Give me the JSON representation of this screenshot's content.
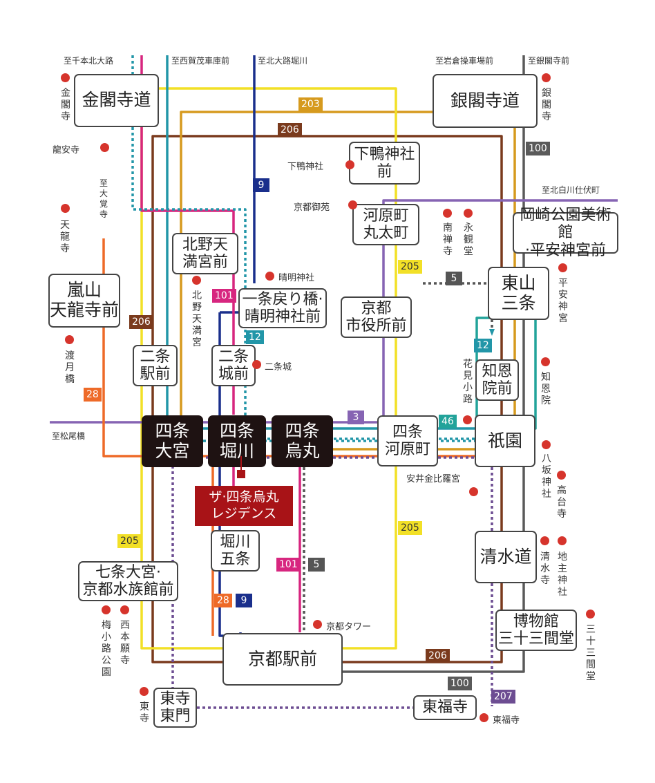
{
  "stops": {
    "kinkakuji_michi": "金閣寺道",
    "ginkakuji_michi": "銀閣寺道",
    "shimogamo_jinja_mae": "下鴨神社\n前",
    "kawaramachi_marutamachi": "河原町\n丸太町",
    "okazaki_koen": "岡崎公園美術館\n·平安神宮前",
    "kitano_tenmangu_mae": "北野天\n満宮前",
    "ichijo_modoribashi": "一条戻り橋·\n晴明神社前",
    "kyoto_shiyakusho_mae": "京都\n市役所前",
    "higashiyama_sanjo": "東山\n三条",
    "arashiyama": "嵐山\n天龍寺前",
    "nijo_ekimae": "二条\n駅前",
    "nijojo_mae": "二条\n城前",
    "chionin_mae": "知恩\n院前",
    "shijo_omiya": "四条\n大宮",
    "shijo_horikawa": "四条\n堀川",
    "shijo_karasuma": "四条\n烏丸",
    "shijo_kawaramachi": "四条\n河原町",
    "gion": "祇園",
    "horikawa_gojo": "堀川\n五条",
    "kiyomizu_michi": "清水道",
    "shichijo_omiya": "七条大宮·\n京都水族館前",
    "hakubutsukan": "博物館\n三十三間堂",
    "kyoto_ekimae": "京都駅前",
    "toji_higashimon": "東寺\n東門",
    "tofukuji": "東福寺"
  },
  "property": {
    "name": "ザ·四条烏丸\nレジデンス"
  },
  "routes": {
    "r203": "203",
    "r206": "206",
    "r100": "100",
    "r9": "9",
    "r205": "205",
    "r101": "101",
    "r12": "12",
    "r5": "5",
    "r3": "3",
    "r46": "46",
    "r28": "28",
    "r207": "207"
  },
  "destinations": {
    "senbon_kitaoji": "至千本北大路",
    "nishigamo": "至西賀茂車庫前",
    "kitaoji_horikawa": "至北大路堀川",
    "iwakura": "至岩倉操車場前",
    "ginkakuji_ikou": "至銀閣寺前",
    "kitashirakawa": "至北白川仕伏町",
    "daikakuji": "至大覚寺",
    "matsuobashi": "至松尾橋"
  },
  "landmarks": {
    "kinkakuji": "金閣寺",
    "ryoanji": "龍安寺",
    "ginkakuji": "銀閣寺",
    "shimogamo_jinja": "下鴨神社",
    "kyoto_gyoen": "京都御苑",
    "nanzenji": "南禅寺",
    "eikando": "永観堂",
    "tenryuji": "天龍寺",
    "seimei_jinja": "晴明神社",
    "kitano_tenmangu": "北野天満宮",
    "heian_jingu": "平安神宮",
    "togetsukyo": "渡月橋",
    "nijojo": "二条城",
    "hanamikoji": "花見小路",
    "chionin": "知恩院",
    "yasui_konpiragu": "安井金比羅宮",
    "yasaka_jinja": "八坂神社",
    "kodaiji": "高台寺",
    "kiyomizudera": "清水寺",
    "jishu_jinja": "地主神社",
    "umekoji_koen": "梅小路公園",
    "nishi_honganji": "西本願寺",
    "kyoto_tower": "京都タワー",
    "sanjusangendo": "三十三間堂",
    "toji": "東寺",
    "tofukuji_lm": "東福寺"
  },
  "colors": {
    "r203": "#d69a1e",
    "r206": "#7a3a1d",
    "r100": "#5a5a5a",
    "r9": "#1a2f8c",
    "r205": "#f2e027",
    "r101": "#d7267f",
    "r12": "#2296a8",
    "r5": "#555555",
    "r3": "#8664b3",
    "r46": "#22a39a",
    "r28": "#ee6a28",
    "r207": "#6d4d92",
    "teal": "#1fa59a",
    "landmark": "#d6342c",
    "property": "#a81317"
  }
}
